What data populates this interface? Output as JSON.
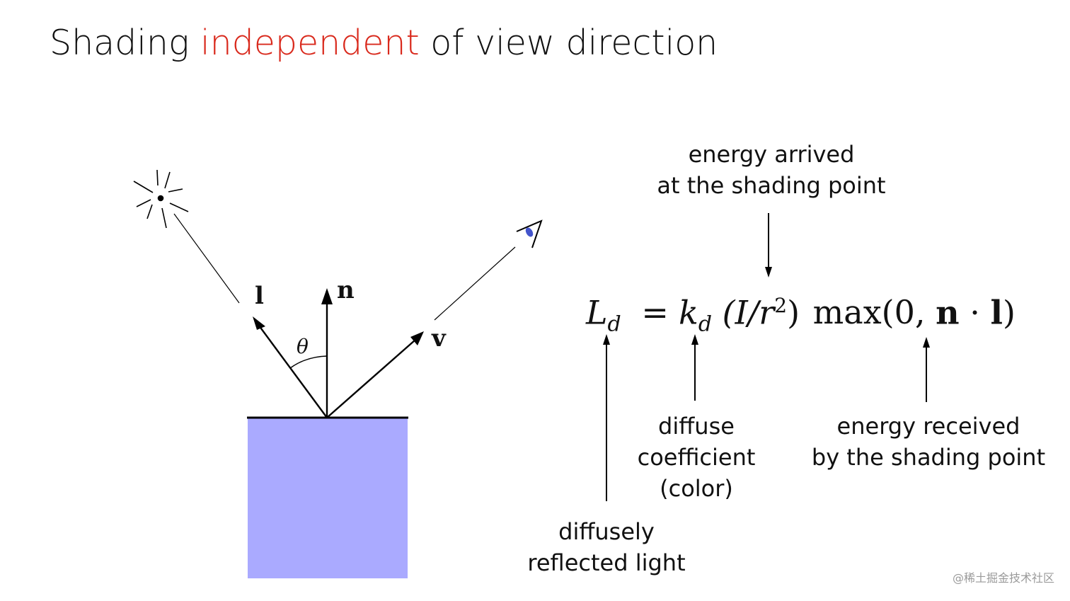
{
  "title": {
    "prefix": "Shading ",
    "highlight": "independent",
    "suffix": " of view direction",
    "highlight_color": "#d9291c"
  },
  "diagram": {
    "surface_color": "#aaaaff",
    "vectors": {
      "light": "l",
      "normal": "n",
      "view": "v",
      "angle": "θ"
    },
    "icons": [
      "light-source-icon",
      "eye-icon"
    ]
  },
  "equation": {
    "lhs": "L",
    "lhs_sub": "d",
    "equals": "=",
    "coef": "k",
    "coef_sub": "d",
    "term_open": "(I/r",
    "term_exp": "2",
    "term_close": ")",
    "max_prefix": "max(0, ",
    "n": "n",
    "dot": " · ",
    "l": "l",
    "max_close": ")"
  },
  "annotations": {
    "energy_arrived": [
      "energy arrived",
      "at the shading point"
    ],
    "diffusely_reflected": [
      "diffusely",
      "reflected light"
    ],
    "diffuse_coefficient": [
      "diffuse",
      "coefficient",
      "(color)"
    ],
    "energy_received": [
      "energy received",
      "by the shading point"
    ]
  },
  "watermark": "@稀土掘金技术社区"
}
